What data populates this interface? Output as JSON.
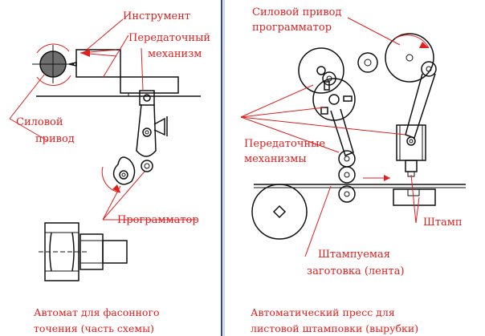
{
  "left": {
    "label_tool": "Инструмент",
    "label_transmission_1": "Передаточный",
    "label_transmission_2": "механизм",
    "label_power_1": "Силовой",
    "label_power_2": "привод",
    "label_programmer": "Программатор",
    "caption_1": "Автомат для фасонного",
    "caption_2": "точения (часть схемы)"
  },
  "right": {
    "label_power_1": "Силовой привод",
    "label_power_2": "программатор",
    "label_transmission_1": "Передаточные",
    "label_transmission_2": "механизмы",
    "label_stamp": "Штамп",
    "label_blank_1": "Штампуемая",
    "label_blank_2": "заготовка (лента)",
    "caption_1": "Автоматический пресс для",
    "caption_2": "листовой штамповки (вырубки)"
  },
  "colors": {
    "label": "#e01f1f",
    "line": "#111111",
    "divider": "#2b3fb8"
  }
}
